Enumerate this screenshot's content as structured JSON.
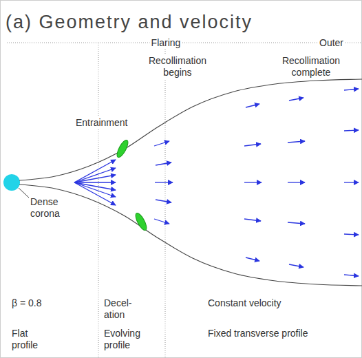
{
  "diagram": {
    "title": "(a) Geometry and velocity",
    "labels": [
      "Flaring",
      "Outer",
      "Recollimation begins",
      "Recollimation complete",
      "Entrainment",
      "Dense corona",
      "β = 0.8",
      "Decel- ation",
      "Flat profile",
      "Evolving profile",
      "Constant velocity",
      "Fixed transverse profile"
    ]
  }
}
